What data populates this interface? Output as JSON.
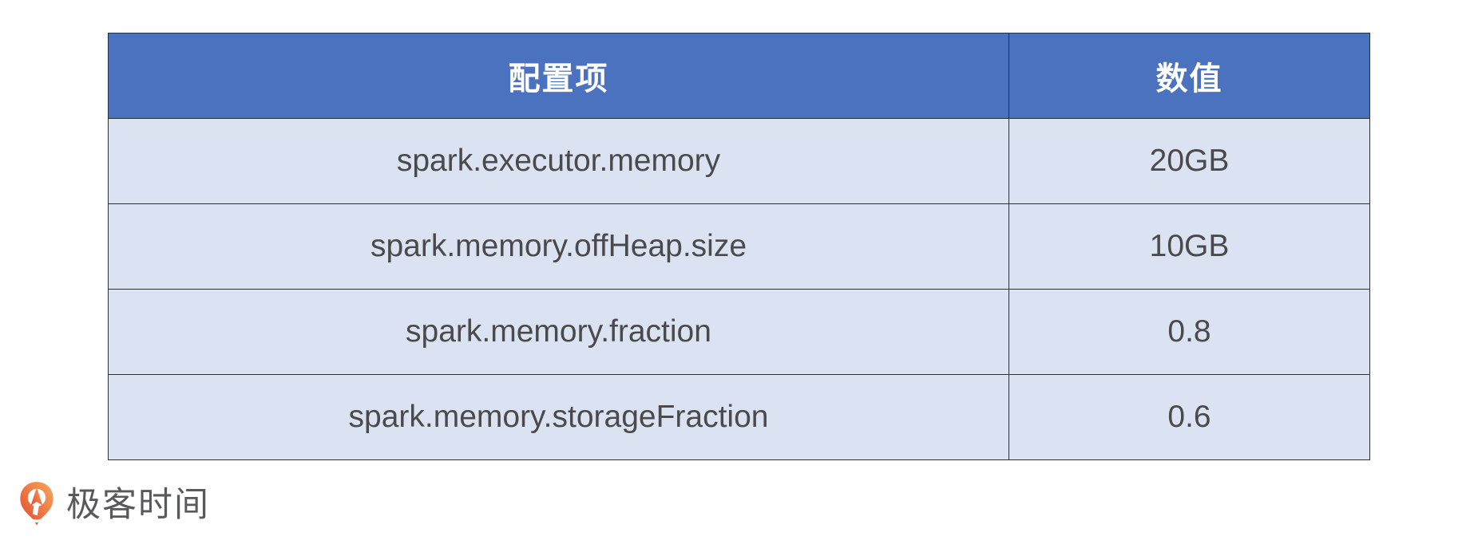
{
  "table": {
    "columns": [
      {
        "label": "配置项"
      },
      {
        "label": "数值"
      }
    ],
    "rows": [
      {
        "config": "spark.executor.memory",
        "value": "20GB"
      },
      {
        "config": "spark.memory.offHeap.size",
        "value": "10GB"
      },
      {
        "config": "spark.memory.fraction",
        "value": "0.8"
      },
      {
        "config": "spark.memory.storageFraction",
        "value": "0.6"
      }
    ]
  },
  "branding": {
    "logo_text": "极客时间"
  },
  "colors": {
    "header_bg": "#4A72BE",
    "header_text": "#FFFFFF",
    "row_bg": "#DBE3F2",
    "body_text": "#4A4A4C",
    "border": "#2F2F2F",
    "logo_text_color": "#58595B",
    "logo_orange_light": "#F9A860",
    "logo_orange_dark": "#E1492A"
  },
  "chart_data": {
    "type": "table",
    "columns": [
      "配置项",
      "数值"
    ],
    "rows": [
      [
        "spark.executor.memory",
        "20GB"
      ],
      [
        "spark.memory.offHeap.size",
        "10GB"
      ],
      [
        "spark.memory.fraction",
        "0.8"
      ],
      [
        "spark.memory.storageFraction",
        "0.6"
      ]
    ],
    "notes": "Spark memory configuration table; header row blue, data rows light blue, all cells center-aligned"
  }
}
